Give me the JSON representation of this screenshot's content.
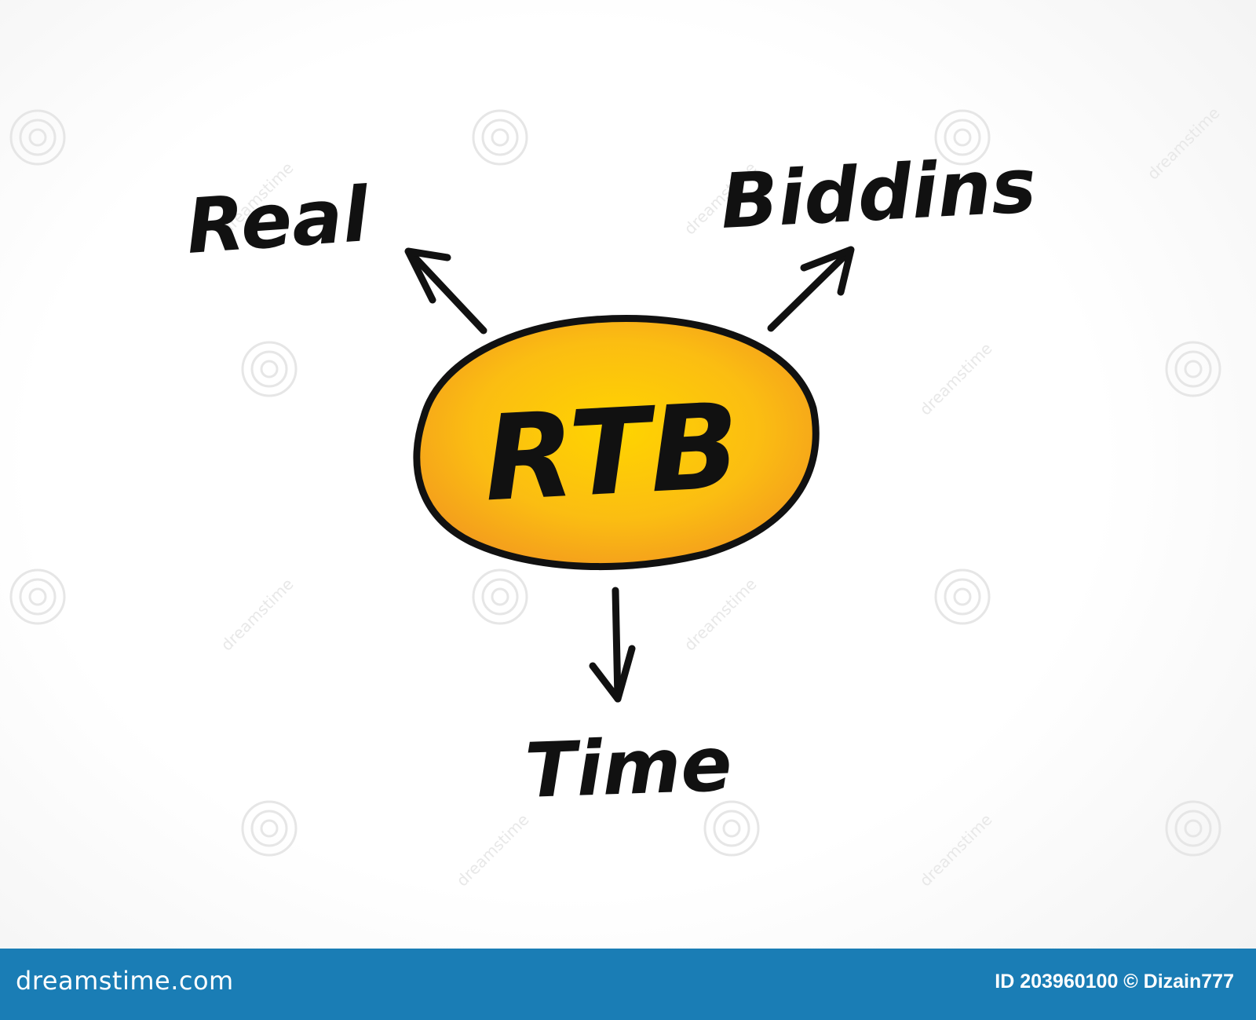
{
  "diagram": {
    "center_label": "RTB",
    "words": {
      "top_left": "Real",
      "top_right": "Biddins",
      "bottom": "Time"
    },
    "colors": {
      "ellipse_fill_center": "#ffd000",
      "ellipse_fill_edge": "#f7a21b",
      "ink": "#111111"
    }
  },
  "watermark": {
    "text": "dreamstime"
  },
  "footer": {
    "logo": "dreamstime.com",
    "credit": "ID 203960100 © Dizain777",
    "background_color": "#1a7db5"
  }
}
